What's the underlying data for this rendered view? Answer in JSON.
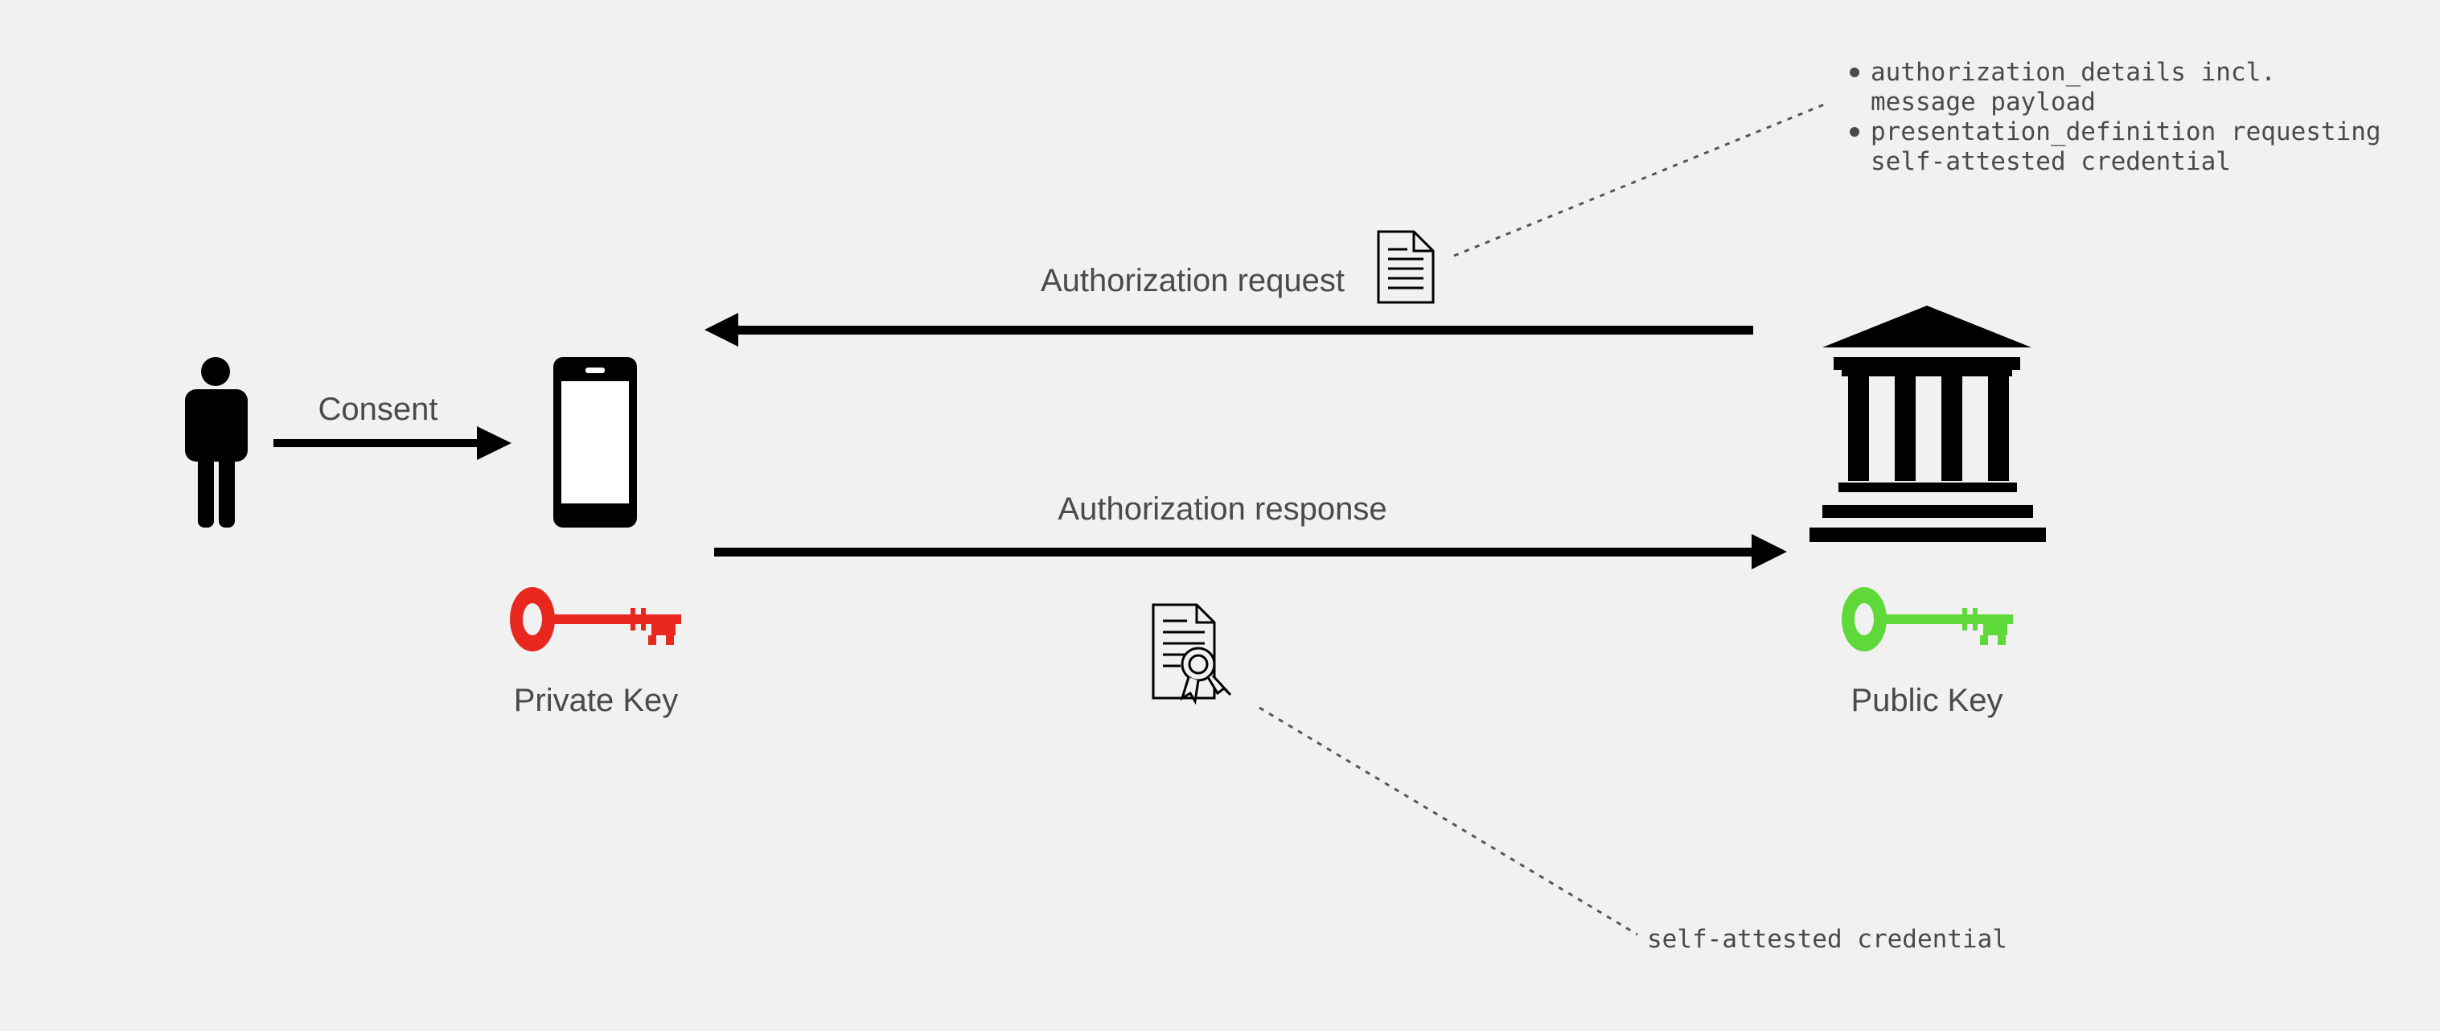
{
  "labels": {
    "consent": "Consent",
    "authorization_request": "Authorization request",
    "authorization_response": "Authorization response",
    "private_key": "Private Key",
    "public_key": "Public Key"
  },
  "request_note": {
    "items": [
      [
        "authorization_details incl.",
        "message payload"
      ],
      [
        "presentation_definition requesting",
        "self-attested credential"
      ]
    ]
  },
  "response_note": "self-attested credential",
  "colors": {
    "background": "#f1f1f1",
    "private_key": "#e8281e",
    "public_key": "#5fd83a",
    "ink": "#000000",
    "text": "#4a4a4a"
  },
  "icons": {
    "person": "person-icon",
    "phone": "smartphone-icon",
    "bank": "bank-building-icon",
    "private_key": "key-icon",
    "public_key": "key-icon",
    "document": "document-icon",
    "certificate": "certificate-icon"
  }
}
